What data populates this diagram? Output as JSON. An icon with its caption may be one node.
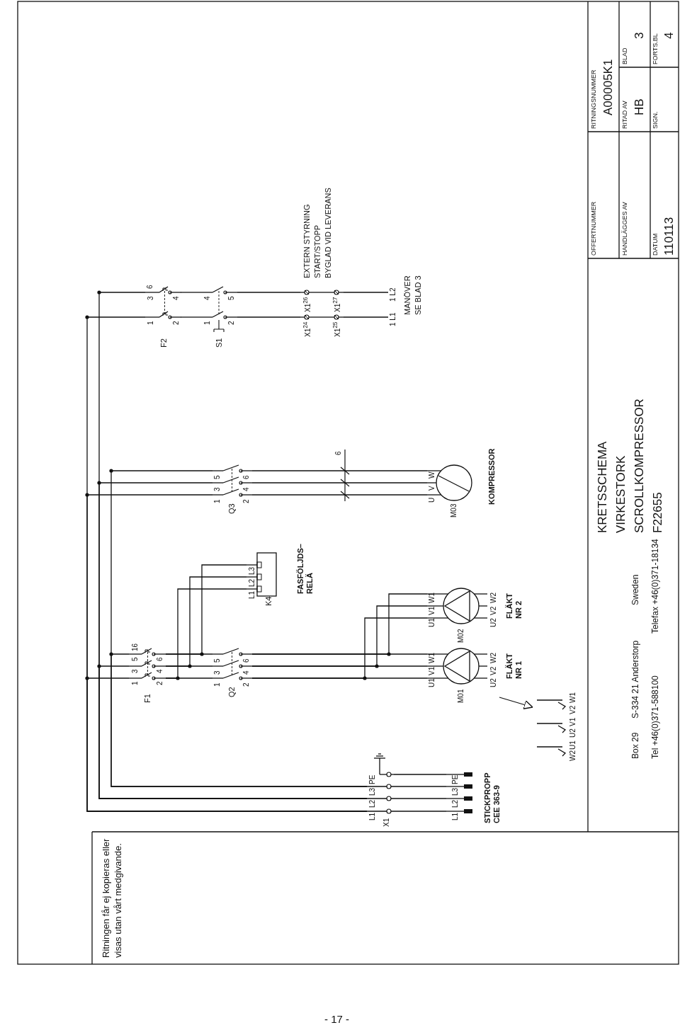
{
  "diagram": {
    "nodes": [
      {
        "text": [
          "X1",
          "L1",
          "L2",
          "L3",
          "PE"
        ]
      },
      {
        "text": [
          "L1",
          "L2",
          "L3",
          "PE"
        ],
        "beside": [
          "STICKPROPP CEE 363-9"
        ]
      },
      {
        "text": [],
        "shape": "ground"
      },
      {
        "text": [
          "F1",
          "16",
          "1",
          "2",
          "3",
          "4",
          "5",
          "6"
        ]
      },
      {
        "text": [
          "K4",
          "L1",
          "L2",
          "L3"
        ],
        "beside": [
          "FASFÖLJDS– RELÄ"
        ]
      },
      {
        "text": [
          "Q2",
          "1",
          "2",
          "3",
          "4",
          "5",
          "6"
        ]
      },
      {
        "text": [
          "M01",
          "U1",
          "V1",
          "W1",
          "U2",
          "V2",
          "W2"
        ],
        "beside": [
          "FLÄKT NR 1"
        ]
      },
      {
        "text": [
          "M02",
          "U1",
          "V1",
          "W1",
          "U2",
          "V2",
          "W2"
        ],
        "beside": [
          "FLÄKT NR 2"
        ]
      },
      {
        "text": [
          "W1",
          "V2",
          "V1",
          "U2",
          "U1",
          "W2"
        ]
      },
      {
        "text": [
          "Q3",
          "1",
          "2",
          "3",
          "4",
          "5",
          "6"
        ]
      },
      {
        "text": [
          "M03",
          "U",
          "V",
          "W"
        ],
        "beside": [
          "KOMPRESSOR"
        ]
      },
      {
        "text": [
          "F2",
          "6",
          "1",
          "2",
          "3",
          "4"
        ]
      },
      {
        "text": [
          "S1",
          "1",
          "2",
          "4",
          "5"
        ]
      },
      {
        "text": [
          "X1$^{24}$"
        ]
      },
      {
        "text": [
          "X1$^{26}$"
        ]
      },
      {
        "text": [
          "X1$^{25}$"
        ]
      },
      {
        "text": [
          "X1$^{27}$"
        ]
      },
      {
        "text": [
          "1 L1"
        ]
      },
      {
        "text": [
          "1 L2"
        ]
      }
    ],
    "edges": [
      {
        "from": 0,
        "to": 1,
        "arrow": "none"
      },
      {
        "from": 0,
        "to": 1,
        "arrow": "none"
      },
      {
        "from": 0,
        "to": 1,
        "arrow": "none"
      },
      {
        "from": 0,
        "to": 1,
        "arrow": "none"
      },
      {
        "from": 0,
        "to": 2,
        "arrow": "none"
      },
      {
        "from": 0,
        "to": 3,
        "arrow": "none"
      },
      {
        "from": 0,
        "to": 3,
        "arrow": "none"
      },
      {
        "from": 0,
        "to": 3,
        "arrow": "none"
      },
      {
        "from": 0,
        "to": 9,
        "arrow": "none"
      },
      {
        "from": 0,
        "to": 9,
        "arrow": "none"
      },
      {
        "from": 0,
        "to": 9,
        "arrow": "none"
      },
      {
        "from": 0,
        "to": 11,
        "arrow": "none"
      },
      {
        "from": 0,
        "to": 11,
        "arrow": "none"
      },
      {
        "from": 3,
        "to": 4,
        "arrow": "none"
      },
      {
        "from": 3,
        "to": 4,
        "arrow": "none"
      },
      {
        "from": 3,
        "to": 4,
        "arrow": "none"
      },
      {
        "from": 3,
        "to": 5,
        "arrow": "none"
      },
      {
        "from": 3,
        "to": 5,
        "arrow": "none"
      },
      {
        "from": 3,
        "to": 5,
        "arrow": "none"
      },
      {
        "from": 5,
        "to": 6,
        "arrow": "none"
      },
      {
        "from": 5,
        "to": 6,
        "arrow": "none"
      },
      {
        "from": 5,
        "to": 6,
        "arrow": "none"
      },
      {
        "from": 5,
        "to": 7,
        "arrow": "none"
      },
      {
        "from": 5,
        "to": 7,
        "arrow": "none"
      },
      {
        "from": 5,
        "to": 7,
        "arrow": "none"
      },
      {
        "from": 6,
        "to": 8,
        "arrow": "to"
      },
      {
        "from": 9,
        "to": 10,
        "arrow": "none"
      },
      {
        "from": 9,
        "to": 10,
        "arrow": "none"
      },
      {
        "from": 9,
        "to": 10,
        "arrow": "none"
      },
      {
        "from": 11,
        "to": 12,
        "arrow": "none"
      },
      {
        "from": 11,
        "to": 12,
        "arrow": "none"
      },
      {
        "from": 12,
        "to": 13,
        "arrow": "none"
      },
      {
        "from": 12,
        "to": 14,
        "arrow": "none"
      },
      {
        "from": 13,
        "to": 15,
        "arrow": "none"
      },
      {
        "from": 14,
        "to": 16,
        "arrow": "none"
      },
      {
        "from": 15,
        "to": 17,
        "arrow": "none"
      },
      {
        "from": 16,
        "to": 18,
        "arrow": "none"
      }
    ],
    "labels": [
      "EXTERN STYRNING",
      "START/STOPP",
      "BYGLAD VID LEVERANS",
      "MANÖVER",
      "SE BLAD 3",
      "6",
      "Ritningen får ej kopieras eller visas utan vårt medgivande.",
      "Box 29",
      "S-334 21 Anderstorp",
      "Sweden",
      "Tel +46(0)371-588100",
      "Telefax +46(0)371-18134",
      "KRETSSCHEMA",
      "VIRKESTORK",
      "SCROLLKOMPRESSOR",
      "F22655",
      "OFFERTNUMMER",
      "RITNINGSNUMMER",
      "A00005K1",
      "HANDLÄGGES AV",
      "RITAD AV",
      "HB",
      "BLAD",
      "3",
      "DATUM",
      "110113",
      "SIGN.",
      "FORTS.BL",
      "4",
      "- 17 -"
    ]
  }
}
